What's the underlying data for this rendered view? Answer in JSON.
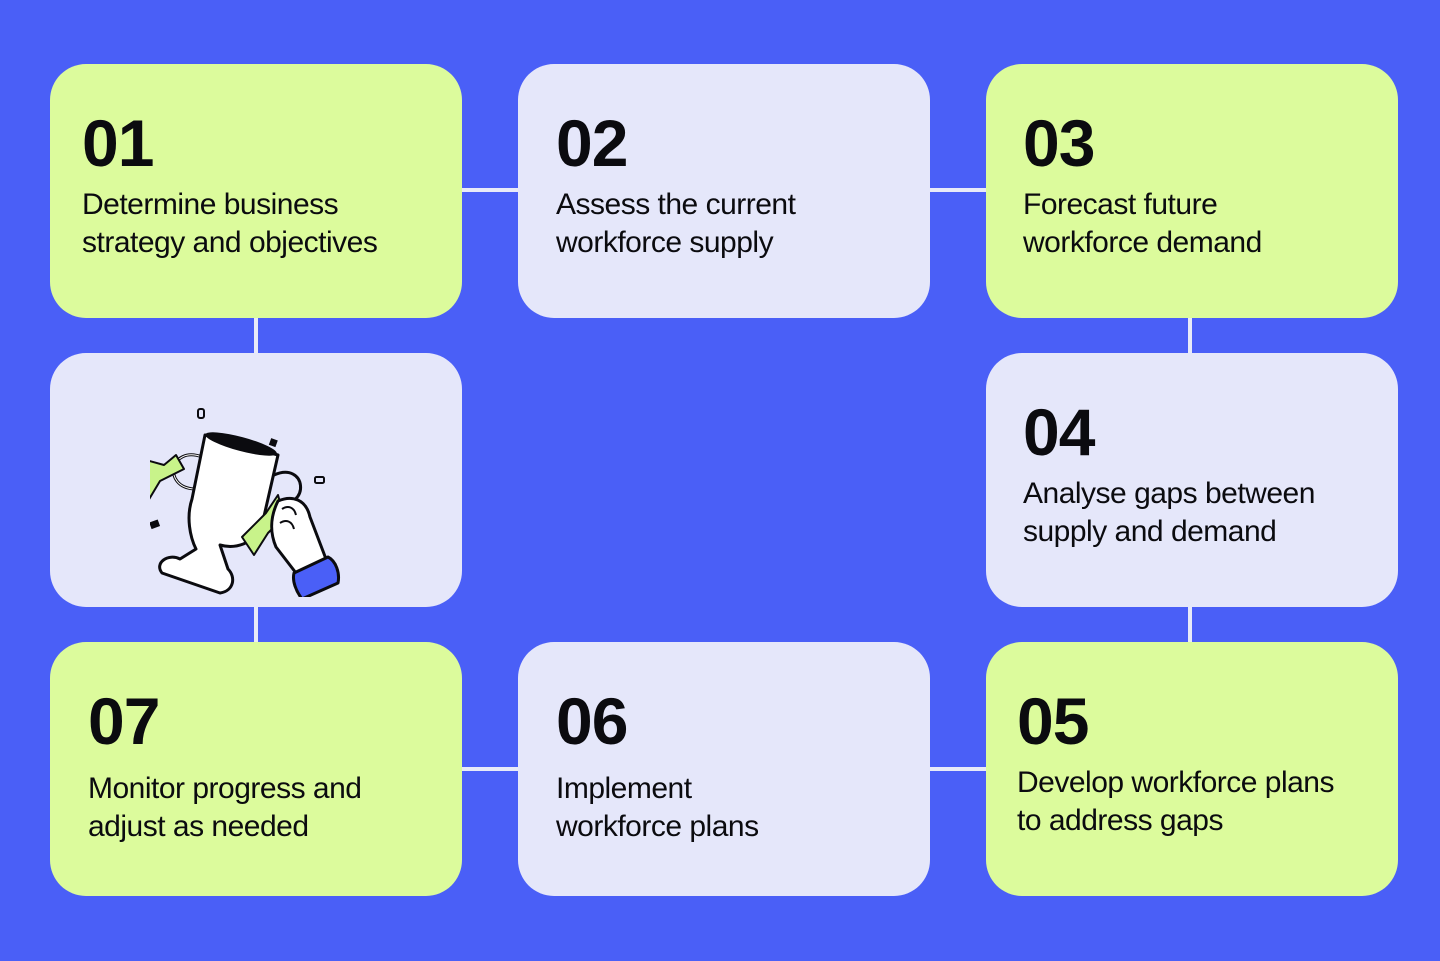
{
  "colors": {
    "background": "#4a5ff7",
    "card_green": "#dcfb9c",
    "card_lavender": "#e5e7fa",
    "connector": "#e8eaf8",
    "text": "#0b0b0f",
    "accent_blue": "#4a5ff7"
  },
  "steps": [
    {
      "number": "01",
      "text": "Determine business strategy and objectives"
    },
    {
      "number": "02",
      "text": "Assess the current workforce supply"
    },
    {
      "number": "03",
      "text": "Forecast future workforce demand"
    },
    {
      "number": "04",
      "text": "Analyse gaps between supply and demand"
    },
    {
      "number": "05",
      "text": "Develop workforce plans to address gaps"
    },
    {
      "number": "06",
      "text": "Implement workforce plans"
    },
    {
      "number": "07",
      "text": "Monitor progress and adjust as needed"
    }
  ],
  "illustration": {
    "icon": "trophy-hand-icon"
  }
}
